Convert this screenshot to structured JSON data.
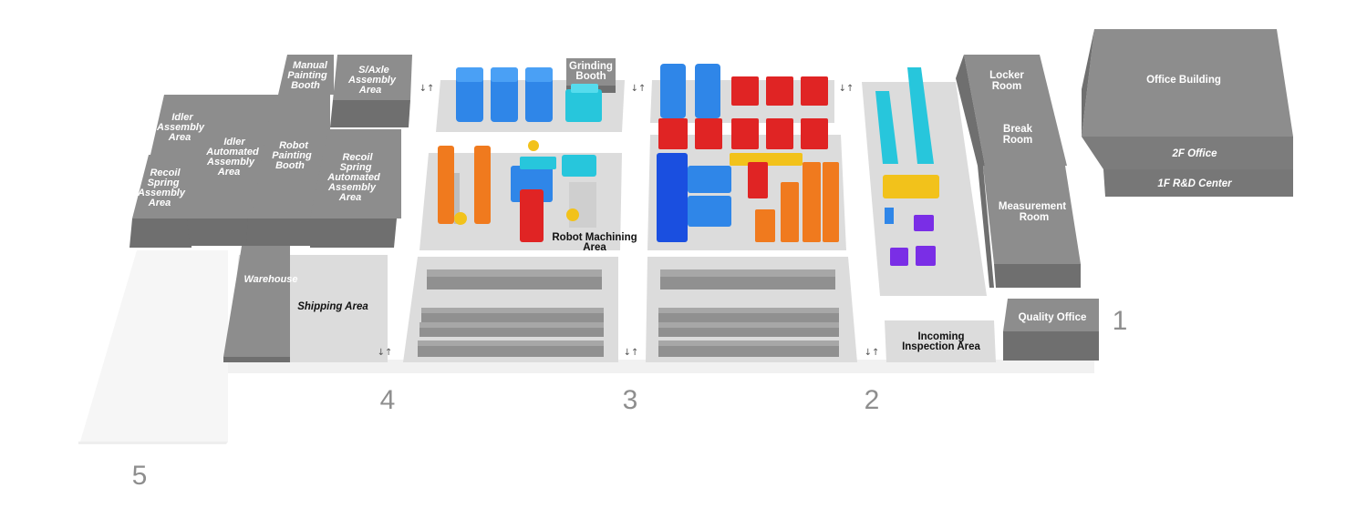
{
  "zones": [
    "1",
    "2",
    "3",
    "4",
    "5"
  ],
  "areas": {
    "office_building": "Office Building",
    "office_2f": "2F Office",
    "office_1f": "1F R&D Center",
    "locker_room": "Locker Room",
    "break_room": "Break Room",
    "measurement_room": "Measurement Room",
    "quality_office": "Quality Office",
    "incoming_inspection": "Incoming Inspection Area",
    "robot_machining": "Robot Machining Area",
    "grinding_booth": "Grinding Booth",
    "warehouse": "Warehouse",
    "shipping_area": "Shipping Area",
    "manual_painting": "Manual Painting Booth",
    "s_axle": "S/Axle Assembly Area",
    "idler_assembly": "Idler Assembly Area",
    "idler_automated": "Idler Automated Assembly Area",
    "robot_painting": "Robot Painting Booth",
    "recoil_spring_auto": "Recoil Spring Automated Assembly Area",
    "recoil_spring": "Recoil Spring Assembly Area"
  },
  "door_marker": "↓↑",
  "colors": {
    "building": "#8d8d8d",
    "floor": "#dcdcdc",
    "blue_machine": "#2f86e8",
    "red_machine": "#e02424",
    "orange_machine": "#f07a1e",
    "cyan_machine": "#27c6dc",
    "yellow_robot": "#f2c21b",
    "purple_robot": "#7a2ee6"
  }
}
